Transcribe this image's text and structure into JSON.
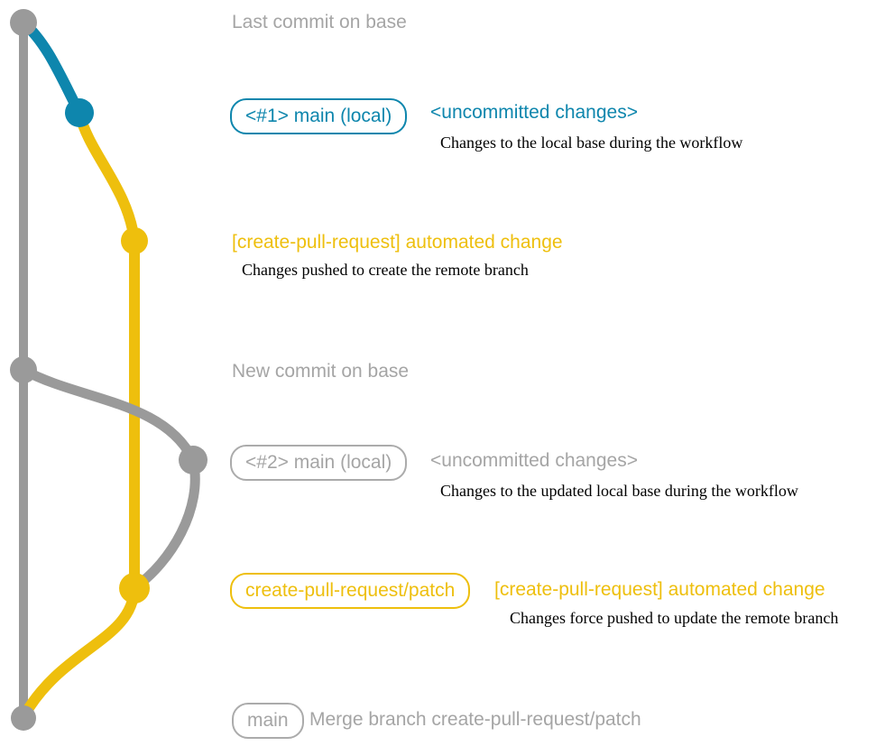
{
  "colors": {
    "gray-line": "#9a9a9a",
    "gray-text": "#a5a5a5",
    "gray-border": "#ababab",
    "teal": "#0e86ad",
    "yellow": "#eebf0d",
    "ink": "#000000",
    "background": "#ffffff"
  },
  "diagram": {
    "branches": [
      {
        "name": "base",
        "color": "#9a9a9a"
      },
      {
        "name": "main (local)",
        "color": "#0e86ad"
      },
      {
        "name": "create-pull-request/patch",
        "color": "#eebf0d"
      }
    ],
    "commits": [
      {
        "id": "last-commit-on-base",
        "branch": "base"
      },
      {
        "id": "uncommitted-changes-1",
        "branch": "main (local)"
      },
      {
        "id": "automated-change-1",
        "branch": "create-pull-request/patch"
      },
      {
        "id": "new-commit-on-base",
        "branch": "base"
      },
      {
        "id": "uncommitted-changes-2",
        "branch": "main (local)"
      },
      {
        "id": "automated-change-2",
        "branch": "create-pull-request/patch"
      },
      {
        "id": "merge-commit",
        "branch": "base"
      }
    ]
  },
  "annotations": {
    "last_commit": {
      "label": "Last commit on base"
    },
    "row1": {
      "badge": "<#1> main (local)",
      "heading": "<uncommitted changes>",
      "description": "Changes to the local base during the workflow"
    },
    "row2": {
      "heading": "[create-pull-request] automated change",
      "description": "Changes pushed to create the remote branch"
    },
    "new_commit": {
      "label": "New commit on base"
    },
    "row3": {
      "badge": "<#2> main (local)",
      "heading": "<uncommitted changes>",
      "description": "Changes to the updated local base during the workflow"
    },
    "row4": {
      "badge": "create-pull-request/patch",
      "heading": "[create-pull-request] automated change",
      "description": "Changes force pushed to update the remote branch"
    },
    "row5": {
      "badge": "main",
      "heading": "Merge branch create-pull-request/patch"
    }
  }
}
